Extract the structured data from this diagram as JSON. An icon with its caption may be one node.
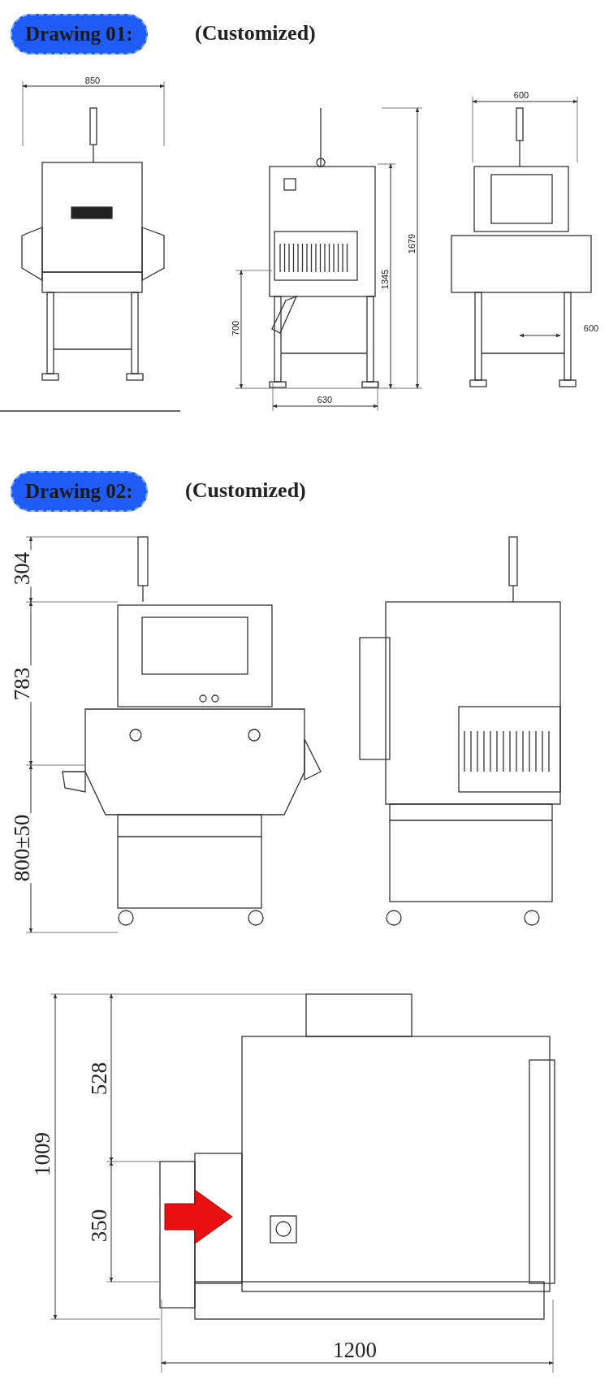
{
  "diagram": {
    "nodes": [
      {
        "text": [
          "Drawing 01:"
        ],
        "beside": [
          "(Customized)"
        ]
      },
      {
        "text": [
          "Drawing 02:"
        ],
        "beside": [
          "(Customized)"
        ]
      }
    ],
    "labels": [
      "850",
      "600",
      "1679",
      "1345",
      "700",
      "630",
      "600",
      "304",
      "783",
      "800±50",
      "528",
      "1009",
      "350",
      "1200"
    ]
  }
}
